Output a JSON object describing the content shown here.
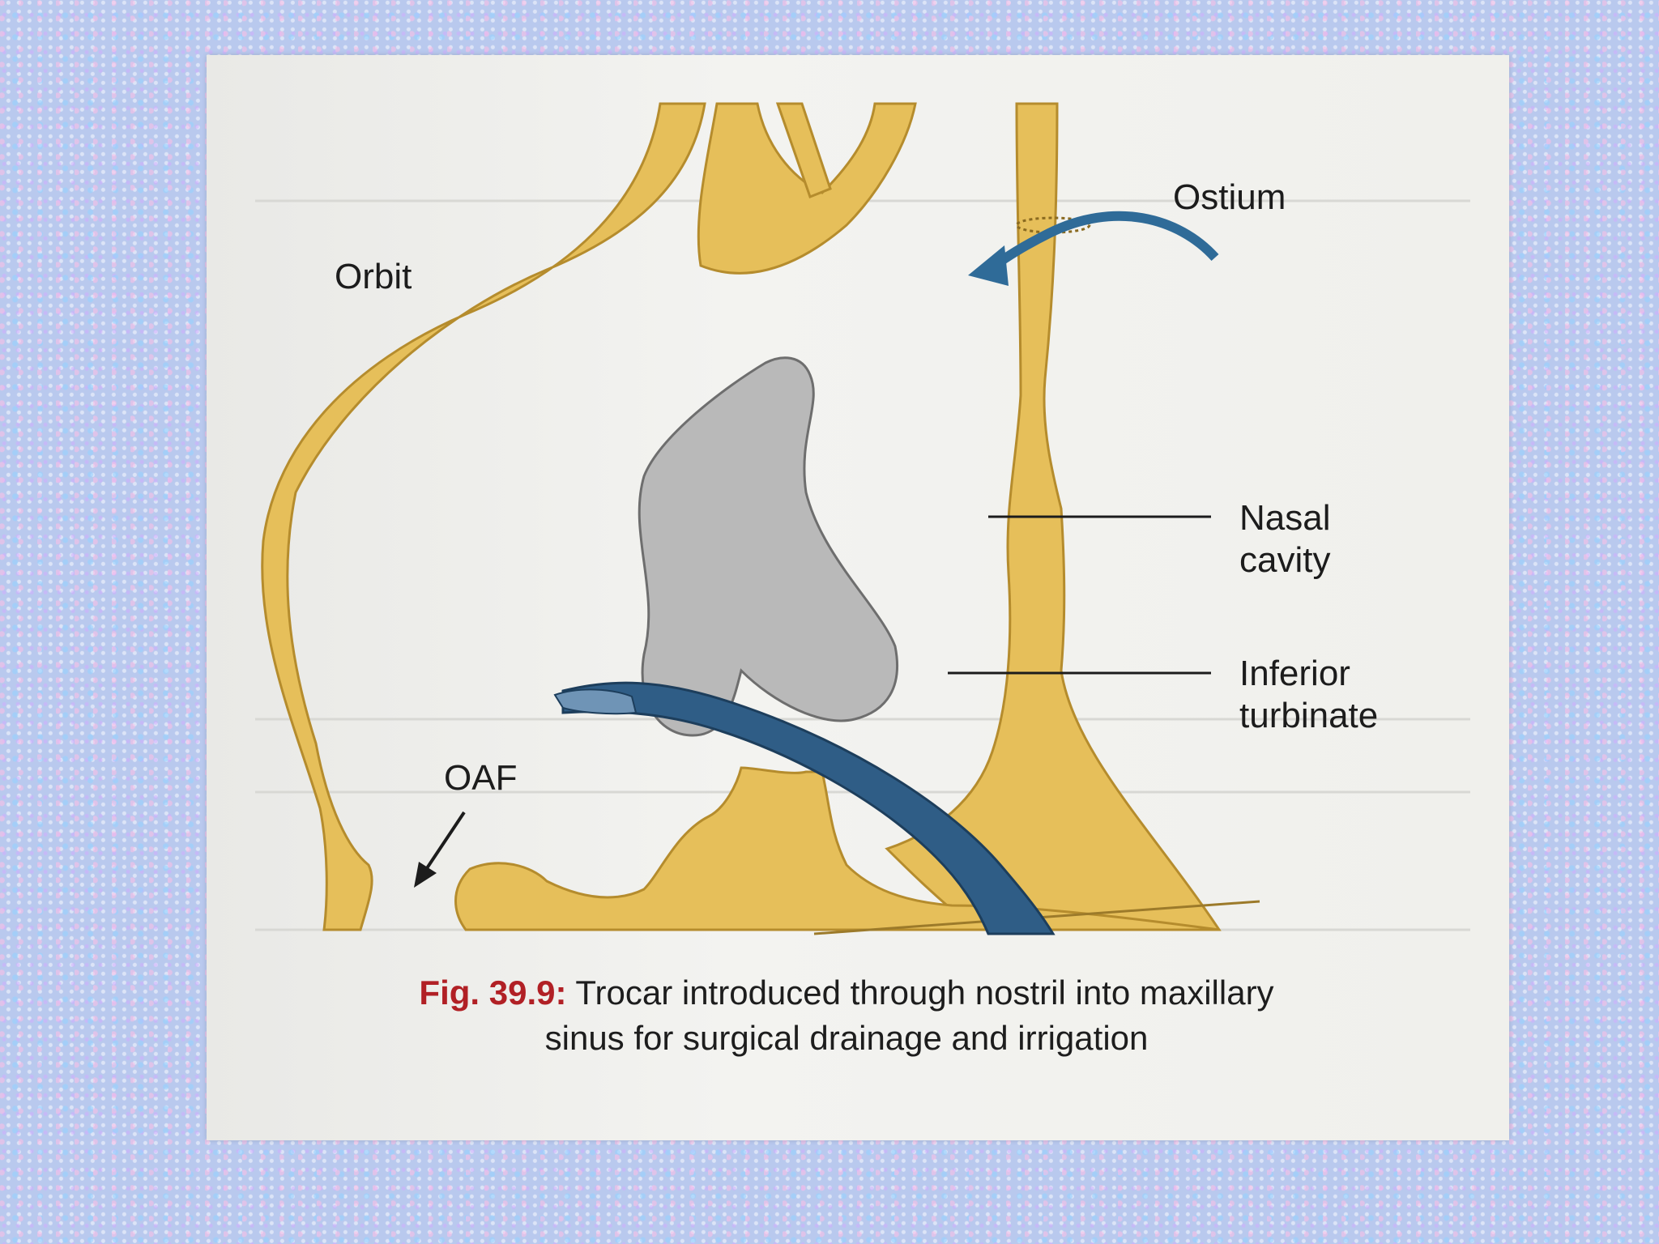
{
  "labels": {
    "orbit": "Orbit",
    "ostium": "Ostium",
    "nasal_1": "Nasal",
    "nasal_2": "cavity",
    "inferior_1": "Inferior",
    "inferior_2": "turbinate",
    "oaf": "OAF"
  },
  "caption": {
    "fig_number": "Fig. 39.9:",
    "line1": "Trocar introduced through nostril into maxillary",
    "line2": "sinus for surgical drainage and irrigation"
  },
  "colors": {
    "bone": "#e6bf5a",
    "bone_edge": "#b58c2d",
    "turbinate": "#b9b9b9",
    "trocar": "#2f5d86",
    "arrow": "#2f6b98"
  }
}
